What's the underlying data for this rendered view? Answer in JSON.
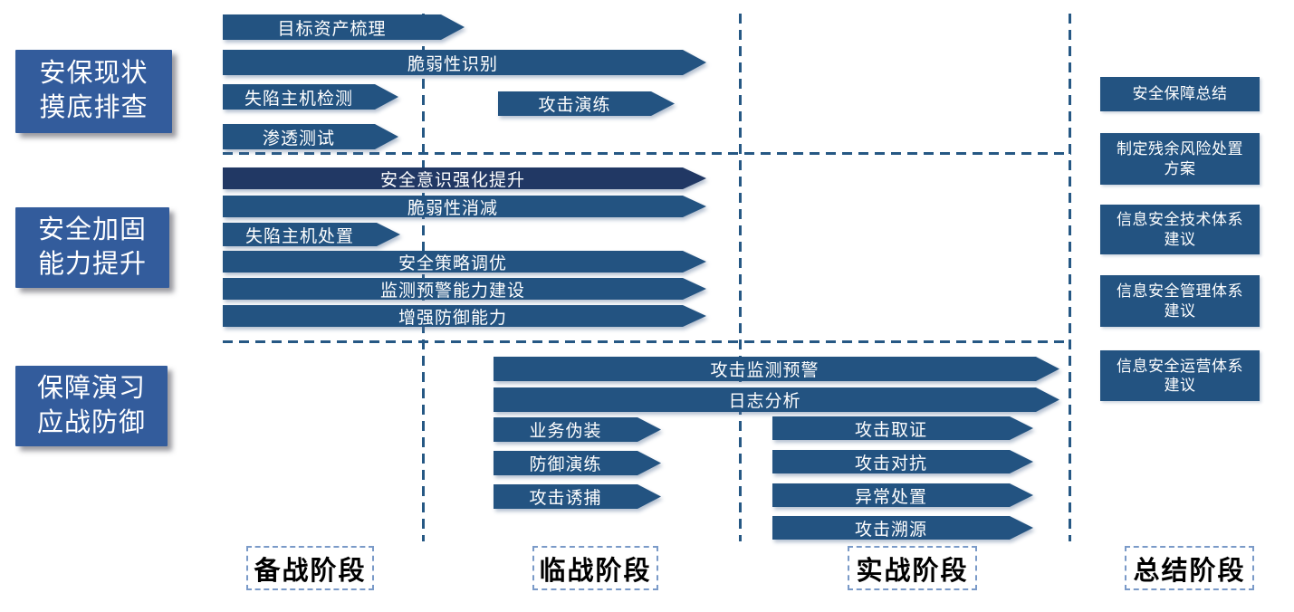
{
  "colors": {
    "bar_blue": "#235381",
    "bar_dark_navy": "#213864",
    "stage_box_blue": "#335C9C",
    "line_blue": "#265884",
    "phase_border_blue": "#7A9AC8",
    "text_white": "#FFFFFF",
    "phase_text_black": "#000000"
  },
  "stages": [
    {
      "label": "安保现状摸底排查"
    },
    {
      "label": "安全加固能力提升"
    },
    {
      "label": "保障演习应战防御"
    }
  ],
  "bars": [
    {
      "label": "目标资产梳理"
    },
    {
      "label": "脆弱性识别"
    },
    {
      "label": "失陷主机检测"
    },
    {
      "label": "攻击演练"
    },
    {
      "label": "渗透测试"
    },
    {
      "label": "安全意识强化提升"
    },
    {
      "label": "脆弱性消减"
    },
    {
      "label": "失陷主机处置"
    },
    {
      "label": "安全策略调优"
    },
    {
      "label": "监测预警能力建设"
    },
    {
      "label": "增强防御能力"
    },
    {
      "label": "攻击监测预警"
    },
    {
      "label": "日志分析"
    },
    {
      "label": "业务伪装"
    },
    {
      "label": "防御演练"
    },
    {
      "label": "攻击诱捕"
    },
    {
      "label": "攻击取证"
    },
    {
      "label": "攻击对抗"
    },
    {
      "label": "异常处置"
    },
    {
      "label": "攻击溯源"
    }
  ],
  "summaries": [
    {
      "label": "安全保障总结"
    },
    {
      "label": "制定残余风险处置方案"
    },
    {
      "label": "信息安全技术体系建议"
    },
    {
      "label": "信息安全管理体系建议"
    },
    {
      "label": "信息安全运营体系建议"
    }
  ],
  "phases": [
    {
      "label": "备战阶段"
    },
    {
      "label": "临战阶段"
    },
    {
      "label": "实战阶段"
    },
    {
      "label": "总结阶段"
    }
  ]
}
